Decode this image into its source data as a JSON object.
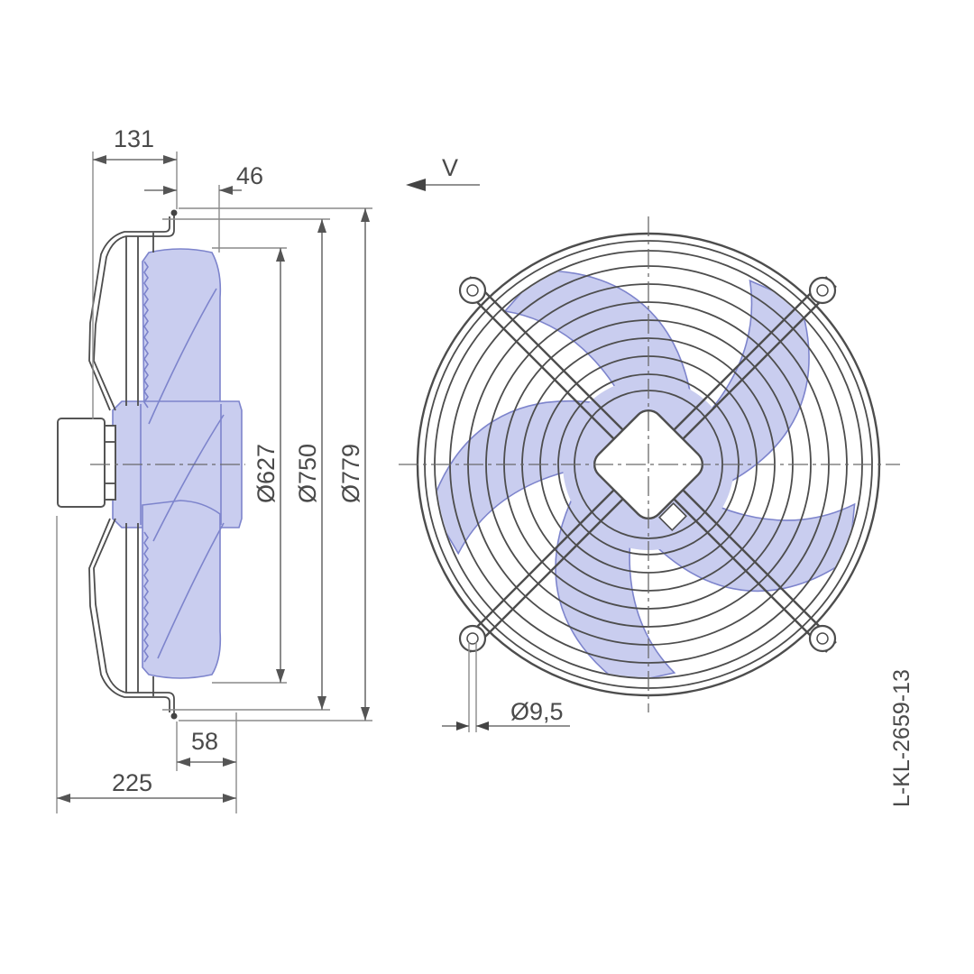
{
  "drawing": {
    "type": "axial fan dimension drawing",
    "side_view": {
      "dimensions": {
        "d131": "131",
        "d46": "46",
        "d58": "58",
        "d225": "225",
        "dia627": "Ø627",
        "dia750": "Ø750",
        "dia779": "Ø779"
      }
    },
    "front_view": {
      "airflow_label": "V",
      "hole_diameter": "Ø9,5"
    },
    "drawing_number": "L-KL-2659-13",
    "colors": {
      "blade_fill": "#c9cdef",
      "blade_outline": "#7d84cc",
      "line": "#4d4d4d",
      "dimension_text": "#4a4a4a",
      "background": "#ffffff"
    }
  }
}
